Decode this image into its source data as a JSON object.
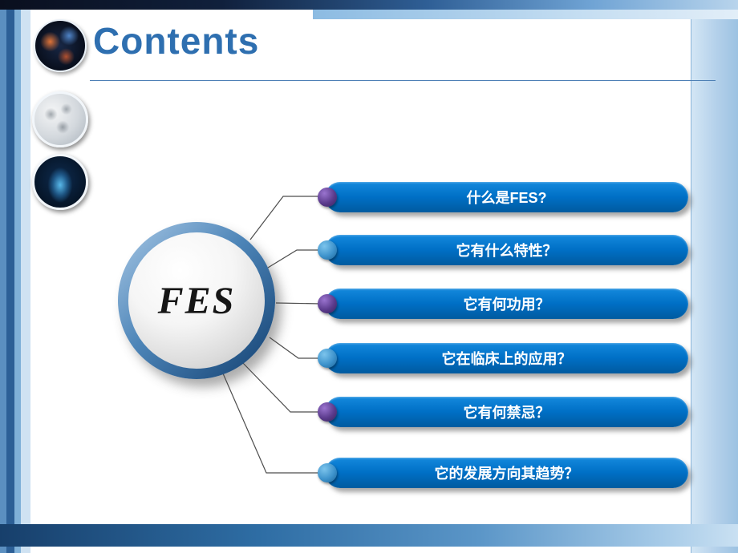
{
  "header": {
    "title": "Contents"
  },
  "diagram": {
    "center_label": "FES",
    "items": [
      {
        "label": "什么是FES?",
        "dot": "purple"
      },
      {
        "label": "它有什么特性？",
        "dot": "blue"
      },
      {
        "label": "它有何功用？",
        "dot": "purple"
      },
      {
        "label": "它在临床上的应用？",
        "dot": "blue"
      },
      {
        "label": "它有何禁忌？",
        "dot": "purple"
      },
      {
        "label": "它的发展方向其趋势？",
        "dot": "blue"
      }
    ]
  },
  "colors": {
    "pill_blue": "#0070C6",
    "dot_purple": "#5B3B8C",
    "dot_blue": "#3E93CC",
    "title_blue": "#2E6FB0",
    "ring_blue": "#123F70"
  }
}
